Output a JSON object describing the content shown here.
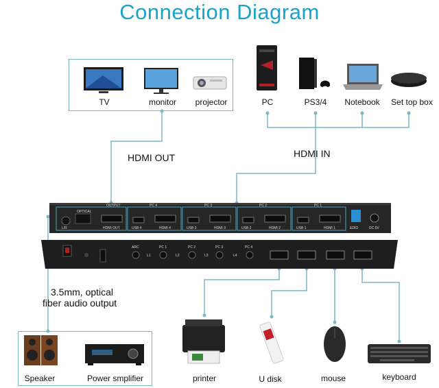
{
  "title": "Connection Diagram",
  "output_devices": [
    {
      "label": "TV",
      "icon": "tv-icon"
    },
    {
      "label": "monitor",
      "icon": "monitor-icon"
    },
    {
      "label": "projector",
      "icon": "projector-icon"
    }
  ],
  "input_devices": [
    {
      "label": "PC",
      "icon": "pc-tower-icon"
    },
    {
      "label": "PS3/4",
      "icon": "game-console-icon"
    },
    {
      "label": "Notebook",
      "icon": "laptop-icon"
    },
    {
      "label": "Set top box",
      "icon": "set-top-box-icon"
    }
  ],
  "hdmi_out_label": "HDMI OUT",
  "hdmi_in_label": "HDMI IN",
  "audio_label_line1": "3.5mm, optical",
  "audio_label_line2": "fiber audio output",
  "audio_devices": [
    {
      "label": "Speaker",
      "icon": "speaker-icon"
    },
    {
      "label": "Power smplifier",
      "icon": "amplifier-icon"
    }
  ],
  "usb_devices": [
    {
      "label": "printer",
      "icon": "printer-icon"
    },
    {
      "label": "U disk",
      "icon": "usb-disk-icon"
    },
    {
      "label": "mouse",
      "icon": "mouse-icon"
    },
    {
      "label": "keyboard",
      "icon": "keyboard-icon"
    }
  ],
  "panel": {
    "front_ports": [
      "OUTPUT",
      "PC 4",
      "PC 3",
      "PC 2",
      "PC 1"
    ],
    "hdmi_labels": [
      "HDMI OUT",
      "HDMI 4",
      "HDMI 3",
      "HDMI 2",
      "HDMI 1"
    ],
    "usb_labels": [
      "USB 4",
      "USB 3",
      "USB 2",
      "USB 1"
    ],
    "extra": [
      "L/R",
      "OPTICAL",
      "EDID",
      "DC 5V"
    ],
    "rear_labels": [
      "ARC",
      "PC 1",
      "PC 2",
      "PC 3",
      "PC 4",
      "L1",
      "L2",
      "L3",
      "L4"
    ]
  }
}
